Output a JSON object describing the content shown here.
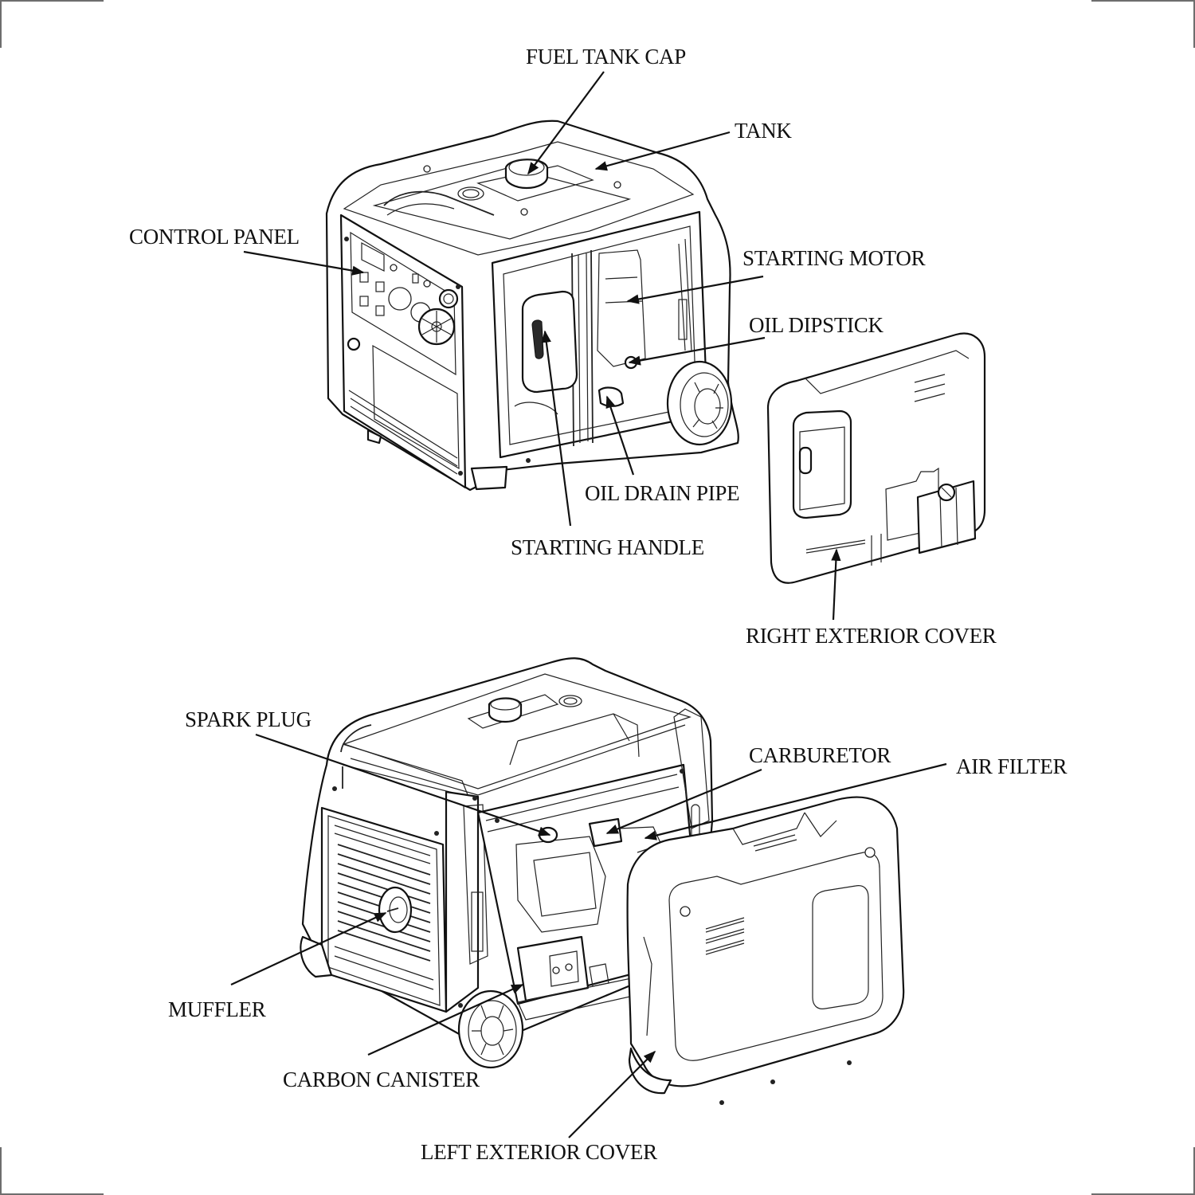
{
  "figure": {
    "title": "Inverter generator component identification",
    "line_color": "#111111",
    "background": "#ffffff"
  },
  "views": [
    {
      "id": "upper-view",
      "description": "Front-right view with right exterior cover removed",
      "labels": {
        "fuel_tank_cap": "FUEL TANK CAP",
        "tank": "TANK",
        "control_panel": "CONTROL PANEL",
        "starting_motor": "STARTING MOTOR",
        "oil_dipstick": "OIL DIPSTICK",
        "oil_drain_pipe": "OIL DRAIN PIPE",
        "starting_handle": "STARTING HANDLE",
        "right_exterior_cover": "RIGHT EXTERIOR COVER"
      }
    },
    {
      "id": "lower-view",
      "description": "Rear-left view with left exterior cover removed",
      "labels": {
        "spark_plug": "SPARK PLUG",
        "carburetor": "CARBURETOR",
        "air_filter": "AIR FILTER",
        "muffler": "MUFFLER",
        "carbon_canister": "CARBON CANISTER",
        "left_exterior_cover": "LEFT EXTERIOR COVER"
      }
    }
  ]
}
